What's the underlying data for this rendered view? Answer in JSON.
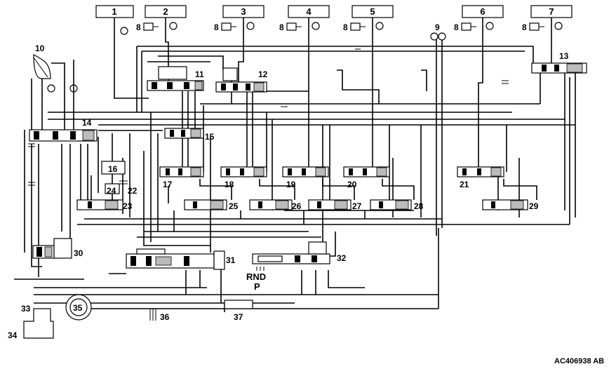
{
  "top_labels": [
    "1",
    "2",
    "3",
    "4",
    "5",
    "6",
    "7"
  ],
  "sensor_label": "8",
  "component_labels": {
    "c9": "9",
    "c10": "10",
    "c11": "11",
    "c12": "12",
    "c13": "13",
    "c14": "14",
    "c15": "15",
    "c16": "16",
    "c17": "17",
    "c18": "18",
    "c19": "19",
    "c20": "20",
    "c21": "21",
    "c22": "22",
    "c23": "23",
    "c24": "24",
    "c25": "25",
    "c26": "26",
    "c27": "27",
    "c28": "28",
    "c29": "29",
    "c30": "30",
    "c31": "31",
    "c32": "32",
    "c33": "33",
    "c34": "34",
    "c35": "35",
    "c36": "36",
    "c37": "37"
  },
  "gear_positions": {
    "line1": "RND",
    "line2": "P"
  },
  "figure_code": "AC406938 AB"
}
